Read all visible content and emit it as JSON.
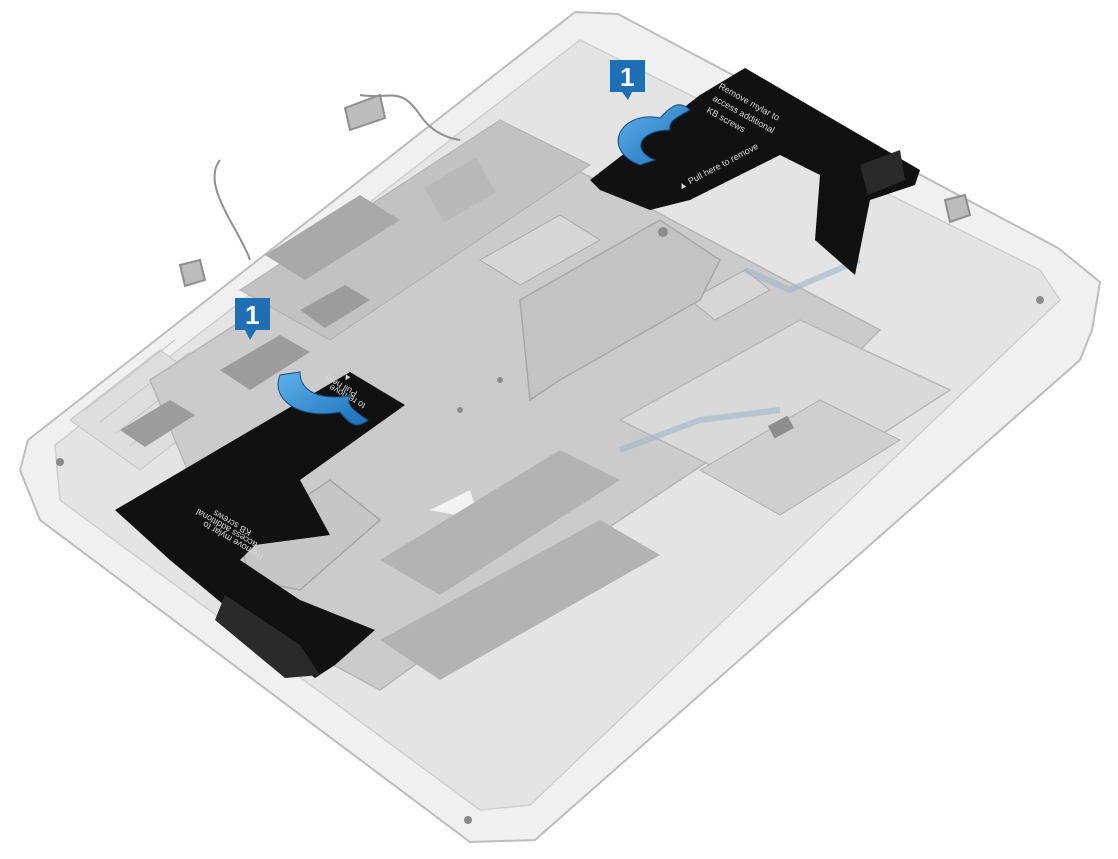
{
  "callouts": [
    {
      "id": "right",
      "number": "1"
    },
    {
      "id": "left",
      "number": "1"
    }
  ],
  "mylar_right": {
    "instruction_lines": [
      "Remove mylar to",
      "access additional",
      "KB screws"
    ],
    "pull_tab": "▲ Pull here to remove"
  },
  "mylar_left": {
    "instruction_lines": [
      "Remove mylar to",
      "access additional",
      "KB screws"
    ],
    "pull_tab_lines": [
      "▲",
      "Pull here",
      "to remove"
    ]
  },
  "colors": {
    "chassis": "#dcdcdc",
    "chassis_edge": "#bdbdbd",
    "plate": "#c8c8c8",
    "dark_part": "#a9a9a9",
    "mylar": "#111111",
    "callout_box": "#1f6fb5",
    "arrow": "#2b86cf"
  }
}
